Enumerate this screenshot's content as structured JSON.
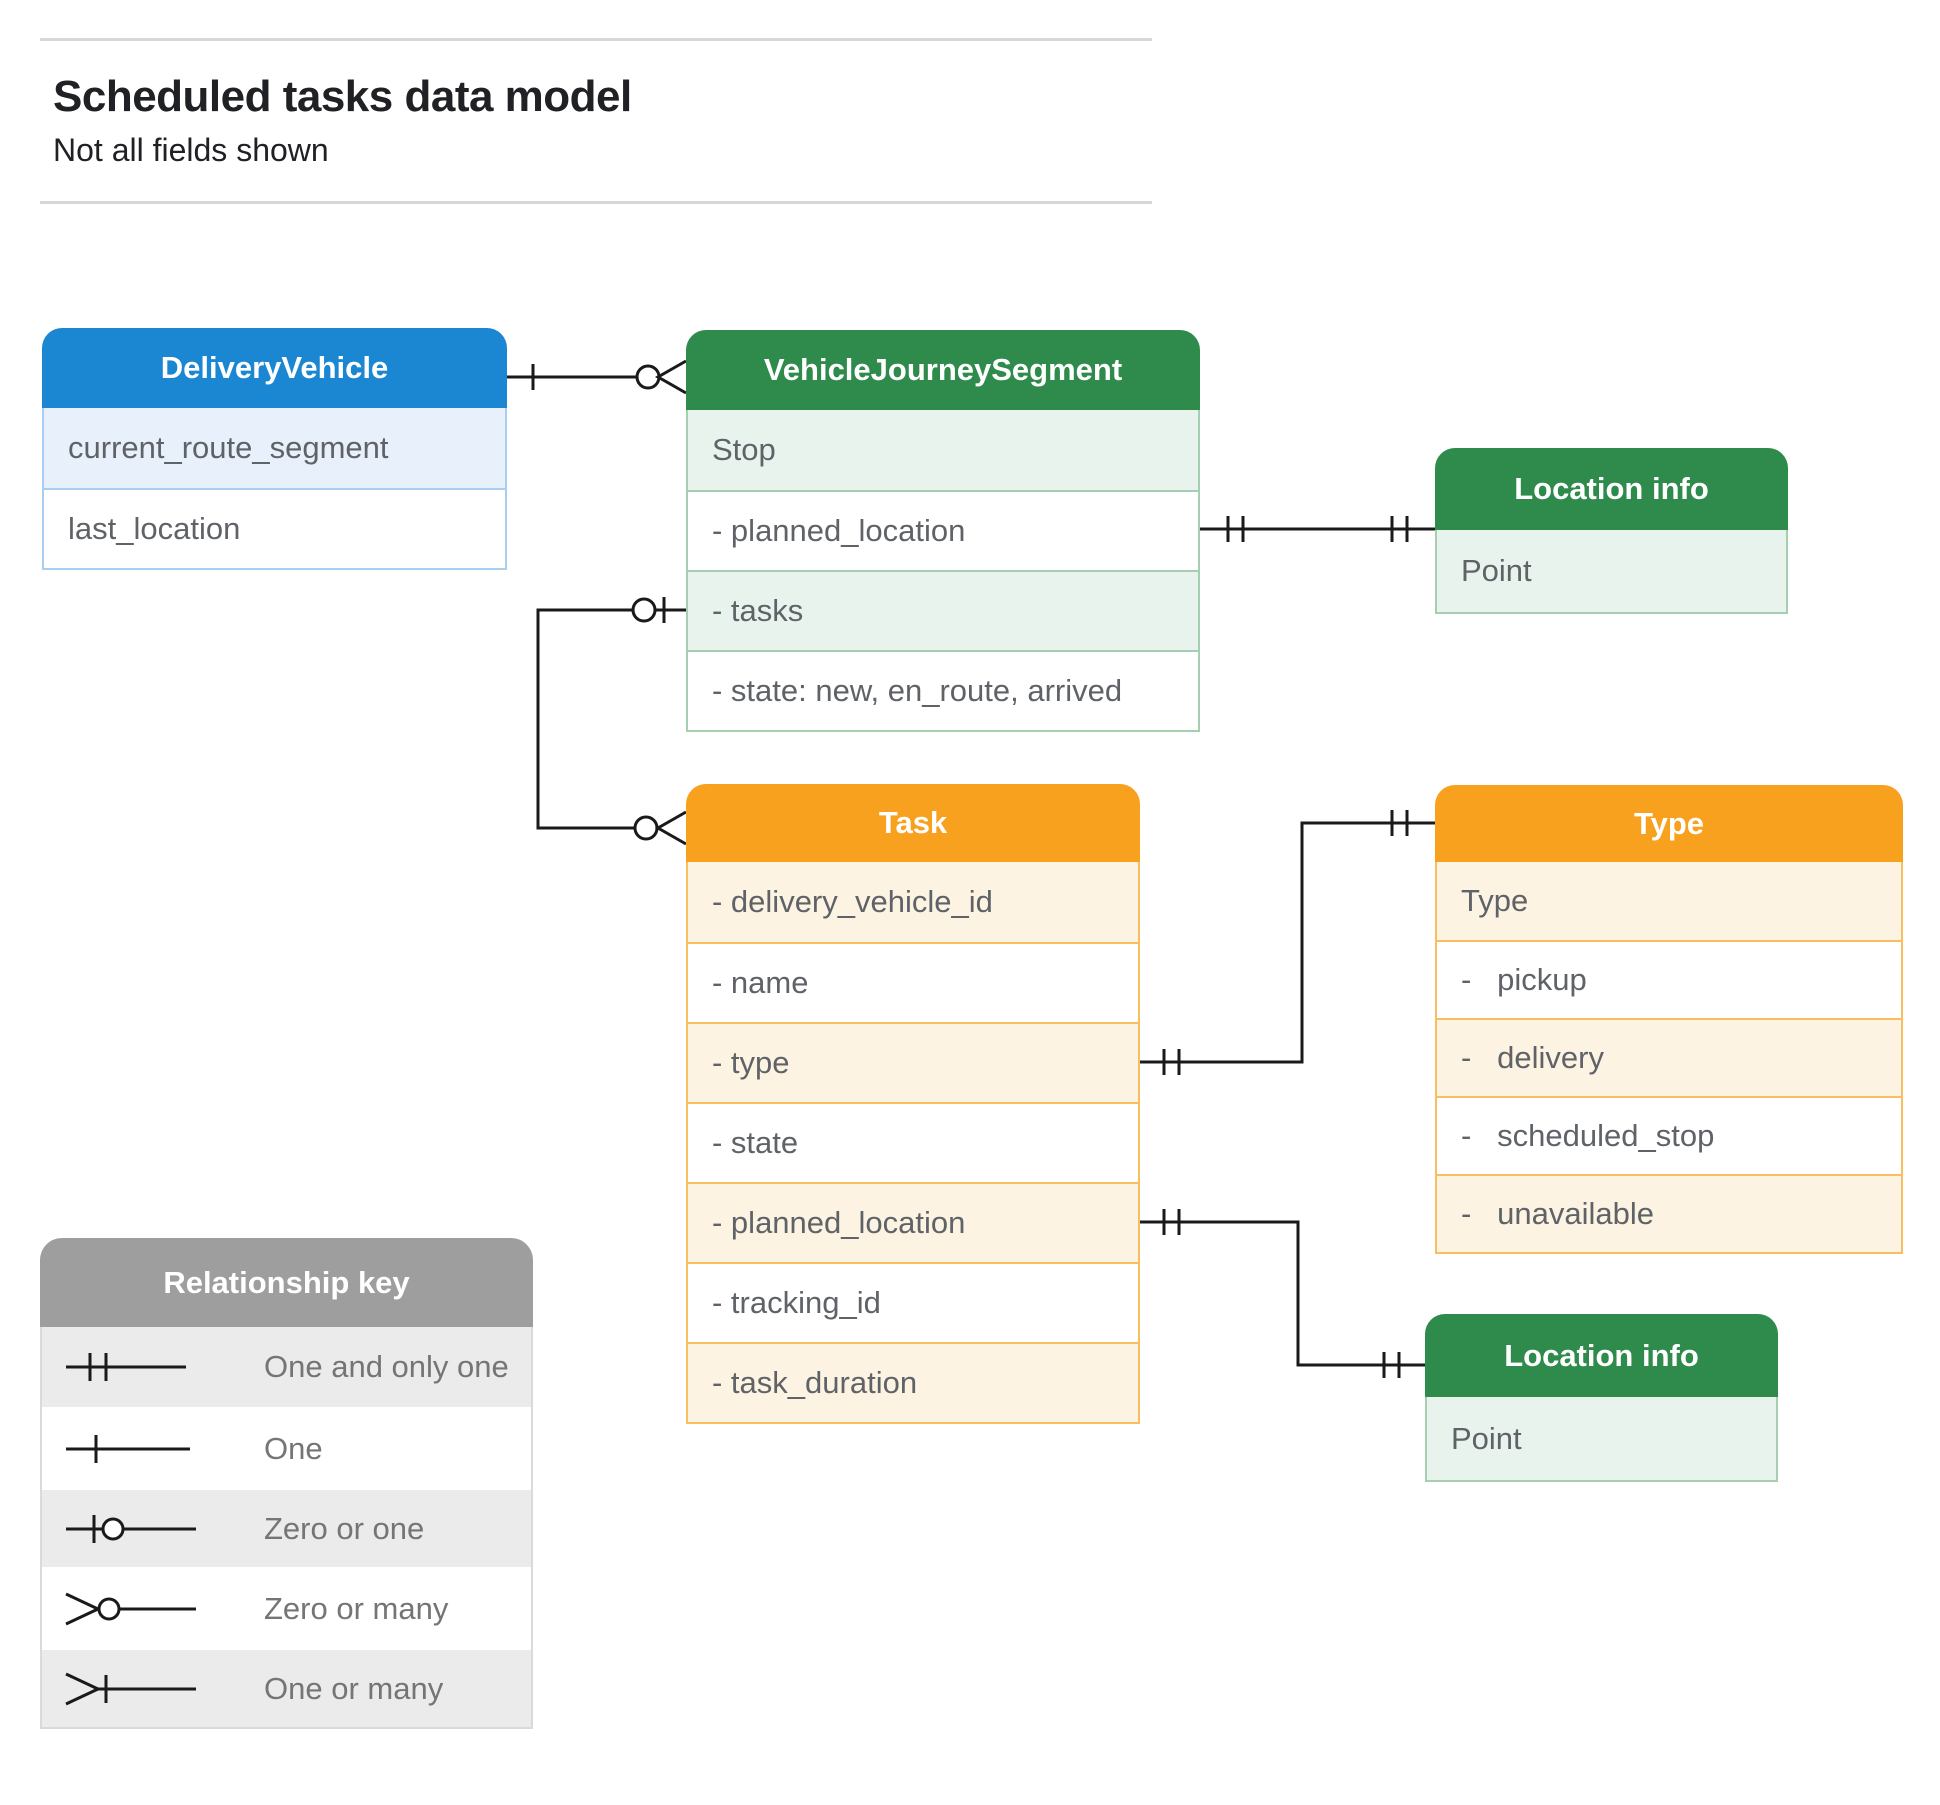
{
  "page": {
    "title": "Scheduled tasks data model",
    "subtitle": "Not all fields shown"
  },
  "entities": {
    "delivery_vehicle": {
      "title": "DeliveryVehicle",
      "rows": [
        "current_route_segment",
        "last_location"
      ]
    },
    "vehicle_journey_segment": {
      "title": "VehicleJourneySegment",
      "rows": [
        "Stop",
        "- planned_location",
        "- tasks",
        "- state: new, en_route, arrived"
      ]
    },
    "location_info_top": {
      "title": "Location info",
      "rows": [
        "Point"
      ]
    },
    "task": {
      "title": "Task",
      "rows": [
        "- delivery_vehicle_id",
        "- name",
        "- type",
        "- state",
        "- planned_location",
        "- tracking_id",
        "- task_duration"
      ]
    },
    "type": {
      "title": "Type",
      "rows": [
        "Type",
        "-   pickup",
        "-   delivery",
        "-   scheduled_stop",
        "-   unavailable"
      ]
    },
    "location_info_bottom": {
      "title": "Location info",
      "rows": [
        "Point"
      ]
    }
  },
  "legend": {
    "title": "Relationship key",
    "items": [
      {
        "icon": "one-and-only-one-symbol",
        "label": "One and only one"
      },
      {
        "icon": "one-symbol",
        "label": "One"
      },
      {
        "icon": "zero-or-one-symbol",
        "label": "Zero or one"
      },
      {
        "icon": "zero-or-many-symbol",
        "label": "Zero or many"
      },
      {
        "icon": "one-or-many-symbol",
        "label": "One or many"
      }
    ]
  },
  "relationships": [
    {
      "from": "DeliveryVehicle",
      "from_end": "one",
      "to": "VehicleJourneySegment",
      "to_end": "zero-or-many"
    },
    {
      "from": "VehicleJourneySegment.planned_location",
      "from_end": "one-and-only-one",
      "to": "Location info",
      "to_end": "one-and-only-one"
    },
    {
      "from": "VehicleJourneySegment.tasks",
      "from_end": "zero-or-one",
      "to": "Task",
      "to_end": "zero-or-many"
    },
    {
      "from": "Task.type",
      "from_end": "one-and-only-one",
      "to": "Type",
      "to_end": "one-and-only-one"
    },
    {
      "from": "Task.planned_location",
      "from_end": "one-and-only-one",
      "to": "Location info",
      "to_end": "one-and-only-one"
    }
  ],
  "colors": {
    "blue": "#1b87d2",
    "blue_tint": "#e8f1fb",
    "blue_border": "#a9cff0",
    "green": "#2e8b4c",
    "green_tint": "#e9f3ed",
    "green_border": "#a5cfb0",
    "orange": "#f7a11e",
    "orange_tint": "#fdf3e2",
    "orange_border": "#f9be5f",
    "grey": "#9e9e9e",
    "grey_tint": "#ebebeb",
    "row_text": "#5f6368",
    "legend_text": "#757575",
    "connector": "#1a1a1a"
  }
}
